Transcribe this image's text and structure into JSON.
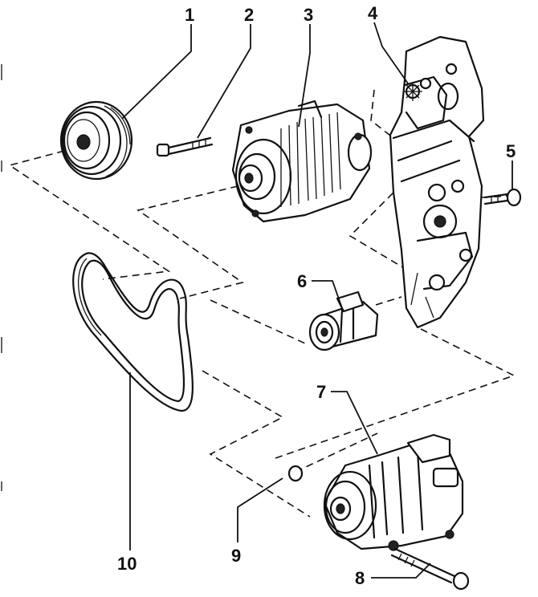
{
  "diagram": {
    "callouts": [
      {
        "id": "1",
        "text": "1"
      },
      {
        "id": "2",
        "text": "2"
      },
      {
        "id": "3",
        "text": "3"
      },
      {
        "id": "4",
        "text": "4"
      },
      {
        "id": "5",
        "text": "5"
      },
      {
        "id": "6",
        "text": "6"
      },
      {
        "id": "7",
        "text": "7"
      },
      {
        "id": "8",
        "text": "8"
      },
      {
        "id": "9",
        "text": "9"
      },
      {
        "id": "10",
        "text": "10"
      }
    ],
    "parts": [
      {
        "callout": "1",
        "icon": "pulley-icon"
      },
      {
        "callout": "2",
        "icon": "long-bolt-icon"
      },
      {
        "callout": "3",
        "icon": "alternator-icon"
      },
      {
        "callout": "4",
        "icon": "mounting-bracket-icon"
      },
      {
        "callout": "5",
        "icon": "bolt-icon"
      },
      {
        "callout": "6",
        "icon": "tensioner-roller-icon"
      },
      {
        "callout": "7",
        "icon": "ac-compressor-icon"
      },
      {
        "callout": "8",
        "icon": "long-bolt-icon"
      },
      {
        "callout": "9",
        "icon": "sleeve-icon"
      },
      {
        "callout": "10",
        "icon": "ribbed-belt-icon"
      }
    ]
  }
}
